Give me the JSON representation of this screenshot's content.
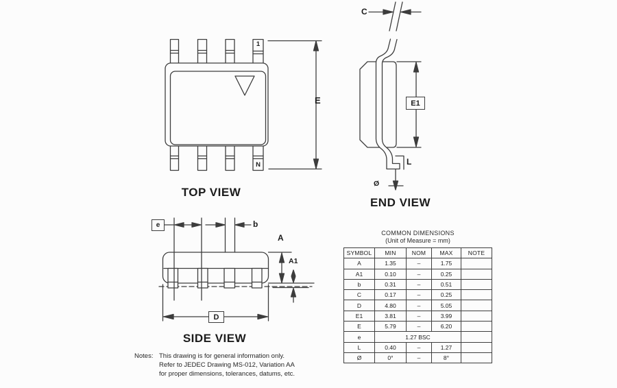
{
  "views": {
    "top": {
      "title": "TOP VIEW",
      "pin_first": "1",
      "pin_last": "N",
      "dim_width": "E"
    },
    "end": {
      "title": "END VIEW",
      "dim_lead_thickness": "C",
      "dim_body_width": "E1",
      "dim_foot_length": "L",
      "dim_foot_angle": "Ø"
    },
    "side": {
      "title": "SIDE VIEW",
      "dim_pitch": "e",
      "dim_lead_width": "b",
      "dim_height": "A",
      "dim_standoff": "A1",
      "dim_body_length": "D"
    }
  },
  "notes": {
    "label": "Notes:",
    "lines": [
      "This drawing is for general information only.",
      "Refer to JEDEC Drawing MS-012, Variation AA",
      "for proper dimensions, tolerances, datums, etc."
    ]
  },
  "table": {
    "title": "COMMON DIMENSIONS",
    "subtitle": "(Unit of Measure = mm)",
    "headers": [
      "SYMBOL",
      "MIN",
      "NOM",
      "MAX",
      "NOTE"
    ],
    "rows": [
      {
        "symbol": "A",
        "min": "1.35",
        "nom": "–",
        "max": "1.75",
        "note": ""
      },
      {
        "symbol": "A1",
        "min": "0.10",
        "nom": "–",
        "max": "0.25",
        "note": ""
      },
      {
        "symbol": "b",
        "min": "0.31",
        "nom": "–",
        "max": "0.51",
        "note": ""
      },
      {
        "symbol": "C",
        "min": "0.17",
        "nom": "–",
        "max": "0.25",
        "note": ""
      },
      {
        "symbol": "D",
        "min": "4.80",
        "nom": "–",
        "max": "5.05",
        "note": ""
      },
      {
        "symbol": "E1",
        "min": "3.81",
        "nom": "–",
        "max": "3.99",
        "note": ""
      },
      {
        "symbol": "E",
        "min": "5.79",
        "nom": "–",
        "max": "6.20",
        "note": ""
      },
      {
        "symbol": "e",
        "span": "1.27 BSC",
        "note": ""
      },
      {
        "symbol": "L",
        "min": "0.40",
        "nom": "–",
        "max": "1.27",
        "note": ""
      },
      {
        "symbol": "Ø",
        "min": "0°",
        "nom": "–",
        "max": "8°",
        "note": ""
      }
    ]
  },
  "colors": {
    "line": "#3d3d3d",
    "text": "#1c1c1c",
    "background": "#fcfcfc"
  }
}
